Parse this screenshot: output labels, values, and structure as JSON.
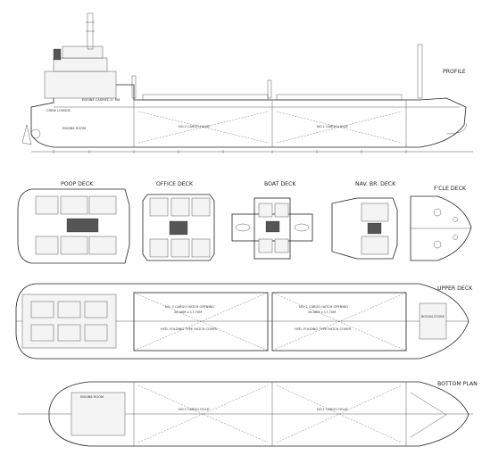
{
  "drawing": {
    "view_labels": {
      "profile": "PROFILE",
      "poop_deck": "POOP DECK",
      "office_deck": "OFFICE DECK",
      "boat_deck": "BOAT DECK",
      "nav_br_deck": "NAV. BR. DECK",
      "fcle_deck": "F'CLE DECK",
      "upper_deck": "UPPER DECK",
      "bottom_plan": "BOTTOM PLAN"
    },
    "profile_labels": {
      "hold2": "NO.2 CARGO HOLD",
      "hold1": "NO.1 CARGO HOLD",
      "engine_room": "ENGINE ROOM",
      "engine_casing": "ENGINE CASING",
      "crew_lounge": "CREW LOUNGE",
      "co_mess": "C.O. RM."
    },
    "upper_deck_labels": {
      "hatch2": "NO. 2 CARGO HATCH OPENING",
      "hatch2_dim": "26.40M x 17.70M",
      "hatch2_cover": "HYD. FOLDING TYPE HATCH COVER",
      "hatch1": "NO. 1 CARGO HATCH OPENING",
      "hatch1_dim": "26.40M x 17.70M",
      "hatch1_cover": "HYD. FOLDING TYPE HATCH COVER",
      "bosun_store": "BOSUN STORE"
    },
    "bottom_labels": {
      "hold2": "NO.2 CARGO HOLD",
      "hold1": "NO.1 CARGO HOLD",
      "engine_room": "ENGINE ROOM"
    }
  }
}
